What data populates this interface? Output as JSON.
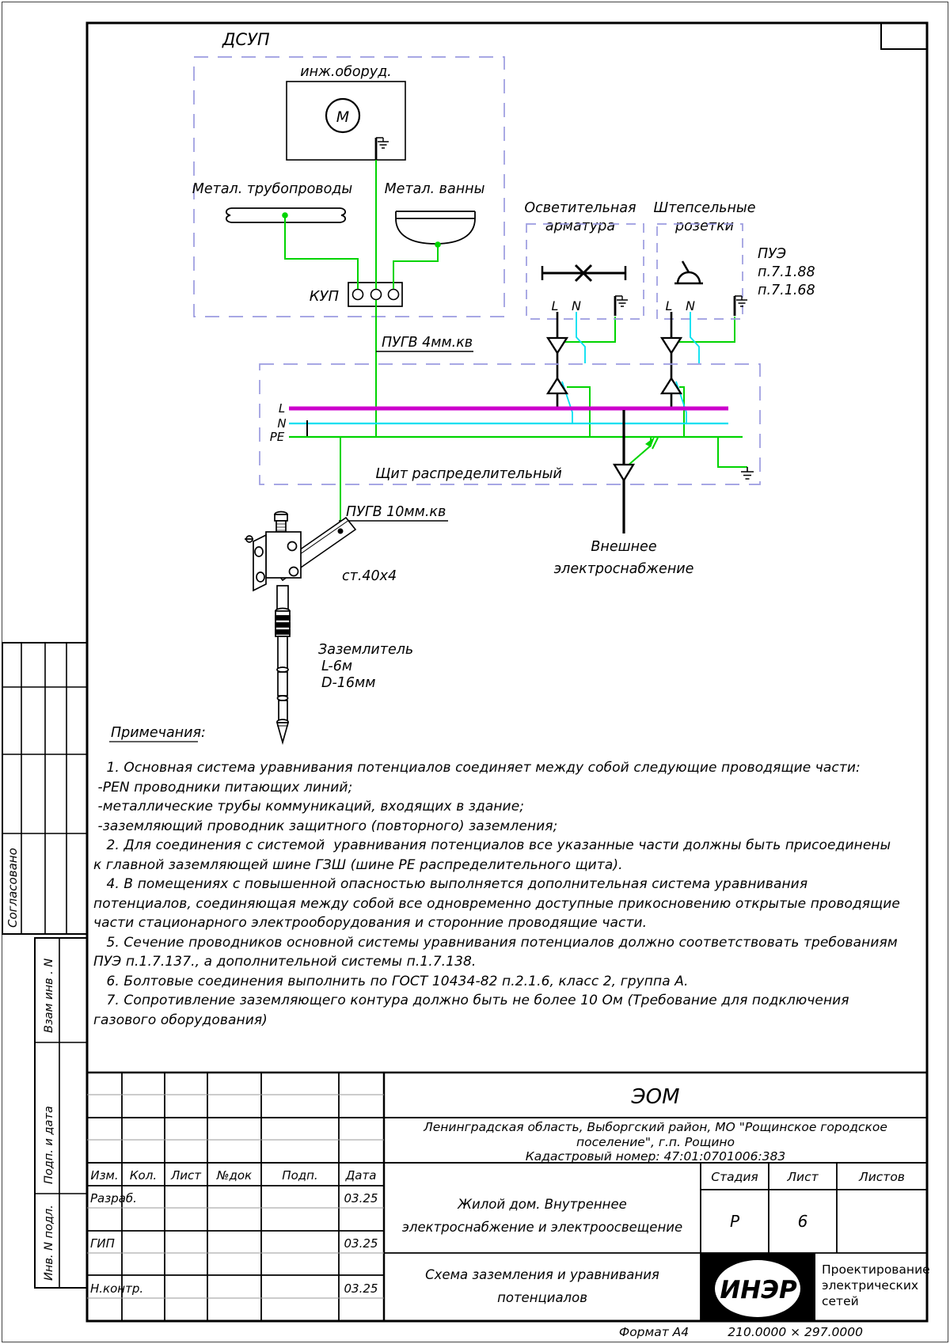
{
  "drawing": {
    "dsup_label": "ДСУП",
    "equipment_label": "инж.оборуд.",
    "motor_letter": "М",
    "pipes_label": "Метал. трубопроводы",
    "baths_label": "Метал. ванны",
    "kup_label": "КУП",
    "wire4_label": "ПУГВ 4мм.кв",
    "wire10_label": "ПУГВ 10мм.кв",
    "lighting_label_1": "Осветительная",
    "lighting_label_2": "арматура",
    "sockets_label_1": "Штепсельные",
    "sockets_label_2": "розетки",
    "pue_ref_title": "ПУЭ",
    "pue_ref_1": "п.7.1.88",
    "pue_ref_2": "п.7.1.68",
    "bus_l": "L",
    "bus_n": "N",
    "bus_pe": "PE",
    "board_label": "Щит распределительный",
    "external_label_1": "Внешнее",
    "external_label_2": "электроснабжение",
    "strip_label": "ст.40х4",
    "earth_label_1": "Заземлитель",
    "earth_label_2": "L-6м",
    "earth_label_3": "D-16мм",
    "colors": {
      "wire_green": "#00d400",
      "bus_l": "#cc00cc",
      "bus_n": "#00dff0",
      "dashed_box": "#9b9be0",
      "logo_red": "#e60000"
    }
  },
  "notes": {
    "title": "Примечания:",
    "lines": [
      "   1. Основная система уравнивания потенциалов соединяет между собой следующие проводящие части:",
      " -PEN проводники питающих линий;",
      " -металлические трубы коммуникаций, входящих в здание;",
      " -заземляющий проводник защитного (повторного) заземления;",
      "   2. Для соединения с системой  уравнивания потенциалов все указанные части должны быть присоединены",
      "к главной заземляющей шине ГЗШ (шине PE распределительного щита).",
      "   4. В помещениях с повышенной опасностью выполняется дополнительная система уравнивания",
      "потенциалов, соединяющая между собой все одновременно доступные прикосновению открытые проводящие",
      "части стационарного электрооборудования и сторонние проводящие части.",
      "   5. Сечение проводников основной системы уравнивания потенциалов должно соответствовать требованиям",
      "ПУЭ п.1.7.137., а дополнительной системы п.1.7.138.",
      "   6. Болтовые соединения выполнить по ГОСТ 10434-82 п.2.1.6, класс 2, группа А.",
      "   7. Сопротивление заземляющего контура должно быть не более 10 Ом (Требование для подключения",
      "газового оборудования)"
    ]
  },
  "titleblock": {
    "code": "ЭОМ",
    "address_lines": [
      "Ленинградская область, Выборгский район, МО \"Рощинское городское",
      "поселение\", г.п. Рощино",
      "Кадастровый номер: 47:01:0701006:383"
    ],
    "rev_cols": [
      "Изм.",
      "Кол.",
      "Лист",
      "№док",
      "Подп.",
      "Дата"
    ],
    "sign_rows": [
      {
        "role": "Разраб.",
        "date": "03.25"
      },
      {
        "role": "ГИП",
        "date": "03.25"
      },
      {
        "role": "Н.контр.",
        "date": "03.25"
      }
    ],
    "object_lines": [
      "Жилой дом. Внутреннее",
      "электроснабжение и электроосвещение"
    ],
    "stage_label": "Стадия",
    "sheet_label": "Лист",
    "sheets_label": "Листов",
    "stage_value": "Р",
    "sheet_value": "6",
    "doc_lines": [
      "Схема заземления и уравнивания",
      "потенциалов"
    ],
    "logo_text": "ИНЭР",
    "company_lines": [
      "Проектирование",
      "электрических",
      "сетей"
    ]
  },
  "stamps": {
    "approved": "Согласовано",
    "interchange": "Взам инв . N",
    "sign_date": "Подп. и дата",
    "inventory": "Инв. N подл."
  },
  "footer": {
    "format": "Формат А4",
    "dimensions": "210.0000 × 297.0000"
  }
}
